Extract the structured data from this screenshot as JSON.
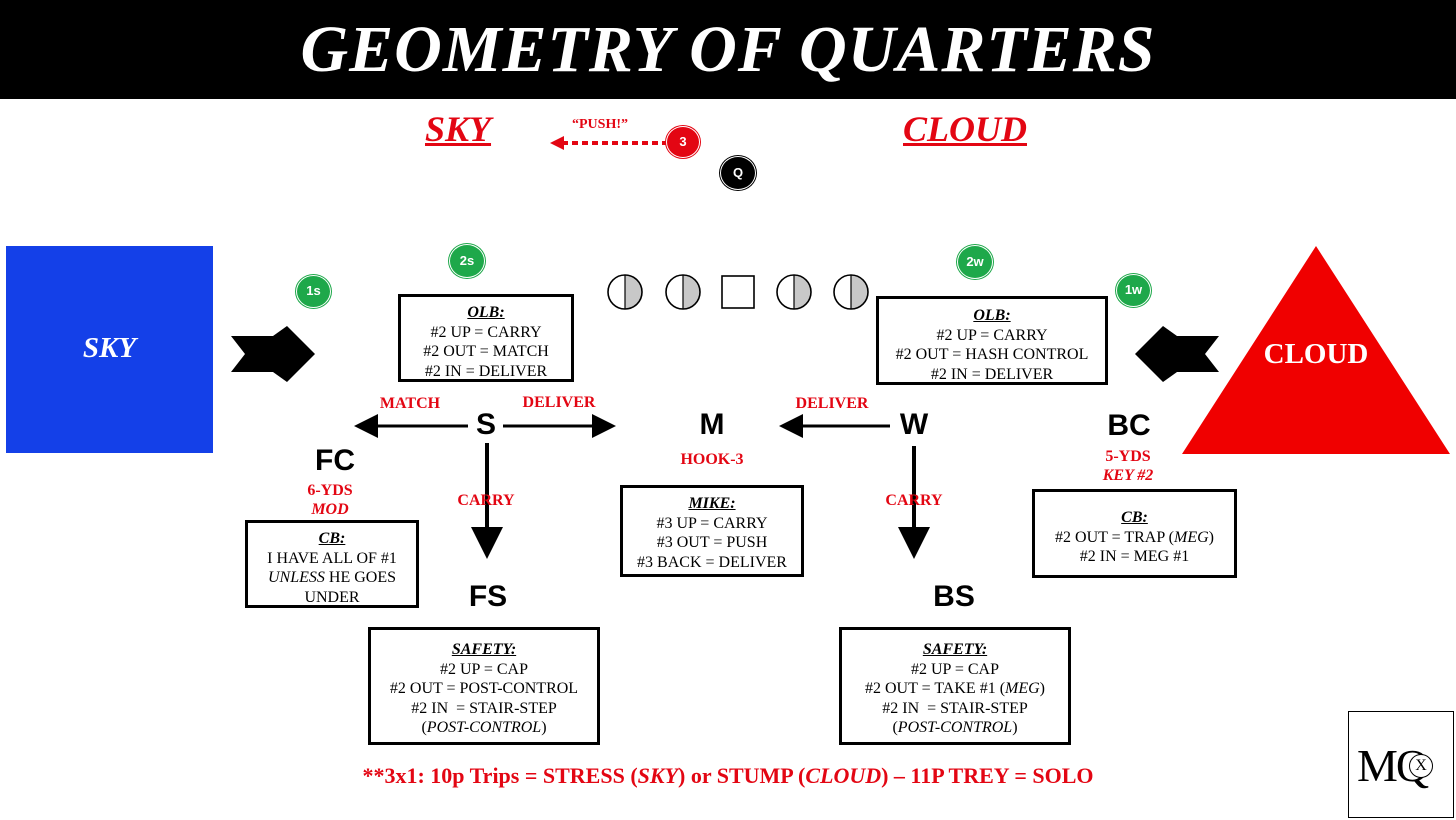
{
  "title": "GEOMETRY OF QUARTERS",
  "headers": {
    "sky": "SKY",
    "cloud": "CLOUD"
  },
  "push": {
    "label": "“PUSH!”",
    "player": "3"
  },
  "qb": "Q",
  "side_shapes": {
    "sky": "SKY",
    "cloud": "CLOUD"
  },
  "colors": {
    "sky_blue": "#1440e8",
    "cloud_red": "#f00000",
    "accent_red": "#e30613",
    "green": "#1ea84a"
  },
  "receivers": {
    "r1s": "1s",
    "r2s": "2s",
    "r2w": "2w",
    "r1w": "1w"
  },
  "defenders": {
    "S": "S",
    "M": "M",
    "W": "W",
    "FC": "FC",
    "BC": "BC",
    "FS": "FS",
    "BS": "BS"
  },
  "labels": {
    "match": "MATCH",
    "deliver_s": "DELIVER",
    "deliver_w": "DELIVER",
    "carry_s": "CARRY",
    "carry_w": "CARRY",
    "hook3": "HOOK-3",
    "fc_depth": "6-YDS",
    "fc_tech": "MOD",
    "bc_depth": "5-YDS",
    "bc_key": "KEY #2"
  },
  "boxes": {
    "olb_left": {
      "heading": "OLB:",
      "lines": [
        "#2 UP = CARRY",
        "#2 OUT = MATCH",
        "#2 IN  = DELIVER"
      ]
    },
    "olb_right": {
      "heading": "OLB:",
      "lines": [
        "#2 UP = CARRY",
        "#2 OUT = HASH CONTROL",
        "#2 IN  = DELIVER"
      ]
    },
    "mike": {
      "heading": "MIKE:",
      "lines": [
        "#3 UP = CARRY",
        "#3 OUT = PUSH",
        "#3 BACK = DELIVER"
      ]
    },
    "cb_left": {
      "heading": "CB:",
      "line1": "I HAVE ALL OF #1",
      "line2_italic": "UNLESS",
      "line2_rest": " HE GOES",
      "line3": "UNDER"
    },
    "cb_right": {
      "heading": "CB:",
      "line1_a": "#2 OUT = TRAP (",
      "line1_i": "MEG",
      "line1_b": ")",
      "line2": "#2 IN = MEG #1"
    },
    "safety_left": {
      "heading": "SAFETY:",
      "line1": "#2 UP = CAP",
      "line2": "#2 OUT = POST-CONTROL",
      "line3": "#2 IN  = STAIR-STEP",
      "line4_a": "(",
      "line4_i": "POST-CONTROL",
      "line4_b": ")"
    },
    "safety_right": {
      "heading": "SAFETY:",
      "line1": "#2 UP = CAP",
      "line2_a": "#2 OUT = TAKE #1 (",
      "line2_i": "MEG",
      "line2_b": ")",
      "line3": "#2 IN  = STAIR-STEP",
      "line4_a": "(",
      "line4_i": "POST-CONTROL",
      "line4_b": ")"
    }
  },
  "footer": {
    "p1": "**3x1: 10p Trips = STRESS (",
    "i1": "SKY",
    "p2": ") or STUMP (",
    "i2": "CLOUD",
    "p3": ") – 11P TREY = SOLO"
  },
  "logo": {
    "main": "MQ",
    "small": "X"
  }
}
